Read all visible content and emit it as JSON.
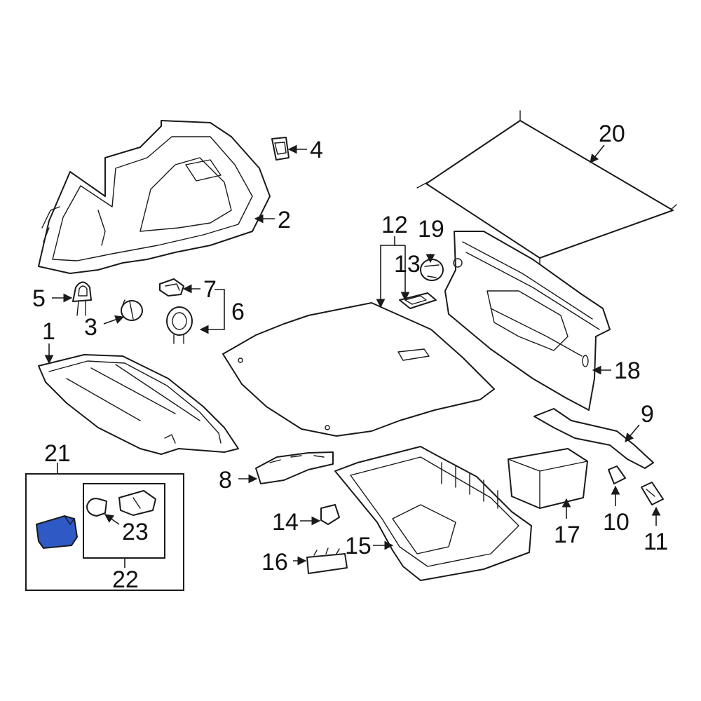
{
  "callouts": {
    "c1": "1",
    "c2": "2",
    "c3": "3",
    "c4": "4",
    "c5": "5",
    "c6": "6",
    "c7": "7",
    "c8": "8",
    "c9": "9",
    "c10": "10",
    "c11": "11",
    "c12": "12",
    "c13": "13",
    "c14": "14",
    "c15": "15",
    "c16": "16",
    "c17": "17",
    "c18": "18",
    "c19": "19",
    "c20": "20",
    "c21": "21",
    "c22": "22",
    "c23": "23"
  },
  "colors": {
    "highlight_part": "#2f59c4",
    "line": "#1a1a1a",
    "background": "#ffffff"
  }
}
